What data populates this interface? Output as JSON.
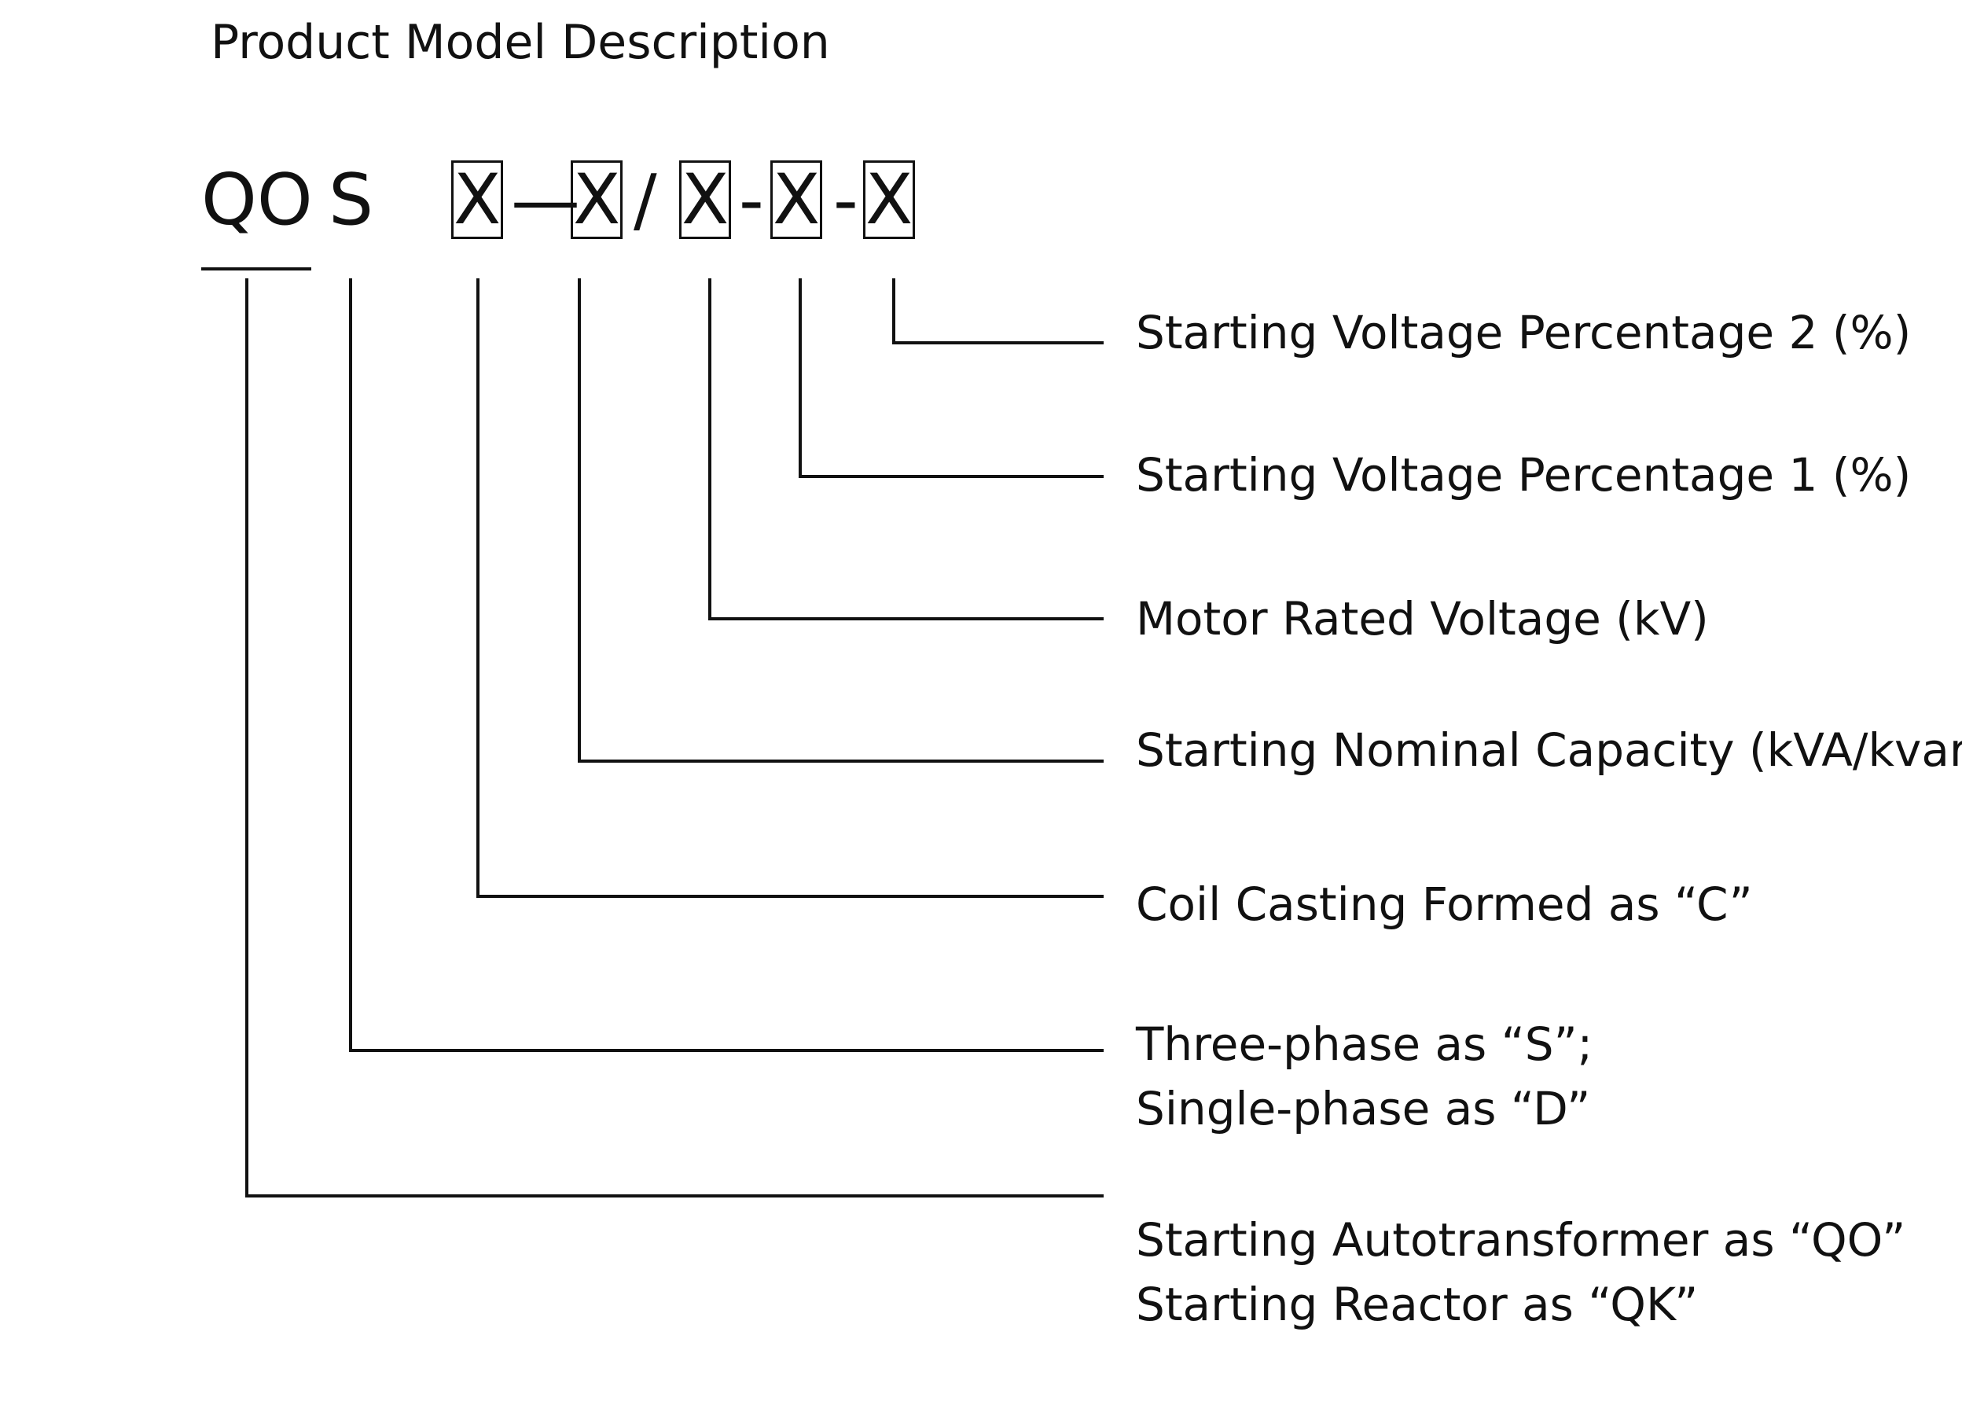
{
  "title": "Product Model Description",
  "model": {
    "prefix_qo": "QO",
    "prefix_s": "S",
    "placeholders": [
      "X",
      "X",
      "X",
      "X",
      "X"
    ],
    "separators": [
      "—",
      "/",
      "-",
      "-"
    ]
  },
  "descriptions": [
    {
      "lines": [
        "Starting Voltage Percentage 2 (%)"
      ]
    },
    {
      "lines": [
        "Starting Voltage Percentage 1 (%)"
      ]
    },
    {
      "lines": [
        "Motor Rated Voltage (kV)"
      ]
    },
    {
      "lines": [
        "Starting Nominal Capacity (kVA/kvar)"
      ]
    },
    {
      "lines": [
        "Coil Casting Formed as “C”"
      ]
    },
    {
      "lines": [
        "Three-phase as “S”;",
        "Single-phase as “D”"
      ]
    },
    {
      "lines": [
        "Starting Autotransformer as “QO”",
        "Starting Reactor as “QK”"
      ]
    }
  ]
}
